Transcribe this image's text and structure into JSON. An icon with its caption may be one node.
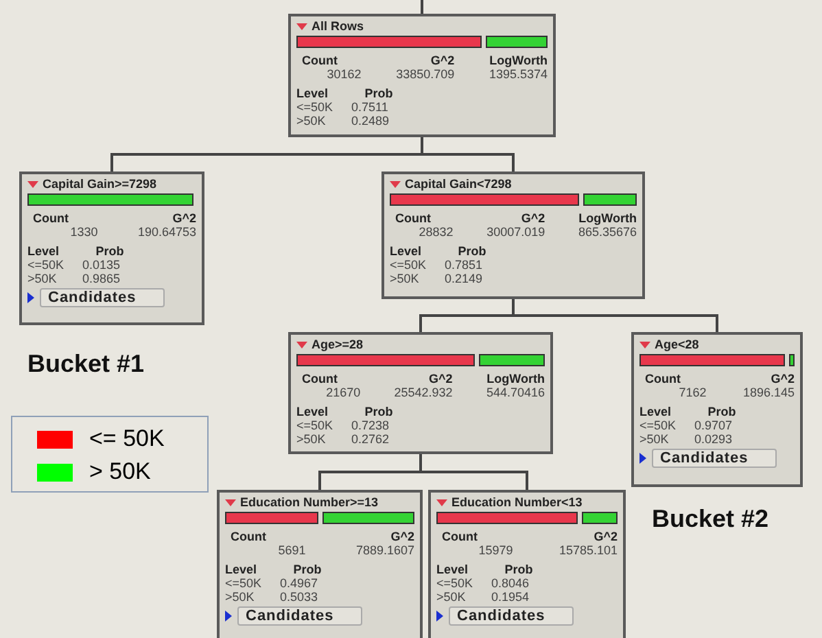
{
  "diagram": {
    "nodes": [
      {
        "text": [
          "All Rows",
          "Count",
          "G^2",
          "LogWorth",
          "30162",
          "33850.709",
          "1395.5374",
          "Level",
          "Prob",
          "<=50K",
          "0.7511",
          ">50K",
          "0.2489"
        ]
      },
      {
        "text": [
          "Capital Gain>=7298",
          "Count",
          "G^2",
          "1330",
          "190.64753",
          "Level",
          "Prob",
          "<=50K",
          "0.0135",
          ">50K",
          "0.9865",
          "Candidates"
        ]
      },
      {
        "text": [
          "Capital Gain<7298",
          "Count",
          "G^2",
          "LogWorth",
          "28832",
          "30007.019",
          "865.35676",
          "Level",
          "Prob",
          "<=50K",
          "0.7851",
          ">50K",
          "0.2149"
        ]
      },
      {
        "text": [
          "Age>=28",
          "Count",
          "G^2",
          "LogWorth",
          "21670",
          "25542.932",
          "544.70416",
          "Level",
          "Prob",
          "<=50K",
          "0.7238",
          ">50K",
          "0.2762"
        ]
      },
      {
        "text": [
          "Age<28",
          "Count",
          "G^2",
          "7162",
          "1896.145",
          "Level",
          "Prob",
          "<=50K",
          "0.9707",
          ">50K",
          "0.0293",
          "Candidates"
        ]
      },
      {
        "text": [
          "Education Number>=13",
          "Count",
          "G^2",
          "5691",
          "7889.1607",
          "Level",
          "Prob",
          "<=50K",
          "0.4967",
          ">50K",
          "0.5033",
          "Candidates"
        ]
      },
      {
        "text": [
          "Education Number<13",
          "Count",
          "G^2",
          "15979",
          "15785.101",
          "Level",
          "Prob",
          "<=50K",
          "0.8046",
          ">50K",
          "0.1954",
          "Candidates"
        ]
      }
    ],
    "edges": [
      {
        "from": null,
        "to": 0,
        "arrow": "none"
      },
      {
        "from": 0,
        "to": 1,
        "arrow": "none"
      },
      {
        "from": 0,
        "to": 2,
        "arrow": "none"
      },
      {
        "from": 2,
        "to": 3,
        "arrow": "none"
      },
      {
        "from": 2,
        "to": 4,
        "arrow": "none"
      },
      {
        "from": 3,
        "to": 5,
        "arrow": "none"
      },
      {
        "from": 3,
        "to": 6,
        "arrow": "none"
      }
    ],
    "labels": [
      "Bucket #1",
      "Bucket #2"
    ],
    "legend": [
      {
        "text": "<= 50K",
        "color": "#ff0000"
      },
      {
        "text": "> 50K",
        "color": "#00ff00"
      }
    ]
  }
}
